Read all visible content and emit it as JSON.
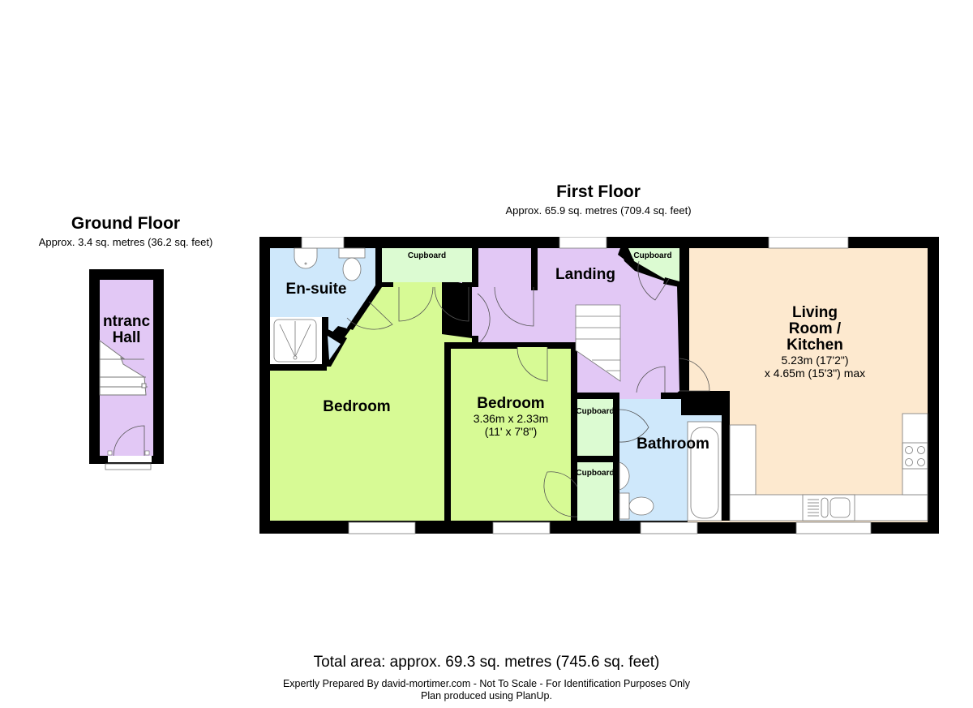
{
  "ground_floor": {
    "title": "Ground Floor",
    "area": "Approx. 3.4 sq. metres (36.2 sq. feet)",
    "rooms": [
      {
        "name": "Entrance Hall",
        "label_line1": "ntranc",
        "label_line2": "Hall",
        "color": "#e2c8f5"
      }
    ]
  },
  "first_floor": {
    "title": "First Floor",
    "area": "Approx. 65.9 sq. metres (709.4 sq. feet)",
    "rooms": {
      "ensuite": {
        "label": "En-suite",
        "color": "#cfe8fb"
      },
      "cupboard_top": {
        "label": "Cupboard",
        "color": "#dcfbd2"
      },
      "landing": {
        "label": "Landing",
        "color": "#e2c8f5"
      },
      "cupboard_landing": {
        "label": "Cupboard",
        "color": "#dcfbd2"
      },
      "living": {
        "label_line1": "Living",
        "label_line2": "Room /",
        "label_line3": "Kitchen",
        "dim1": "5.23m (17'2\")",
        "dim2": "x 4.65m (15'3\") max",
        "color": "#fde9cf"
      },
      "bedroom1": {
        "label": "Bedroom",
        "color": "#d7fa95"
      },
      "bedroom2": {
        "label": "Bedroom",
        "dim1": "3.36m x 2.33m",
        "dim2": "(11' x 7'8\")",
        "color": "#d7fa95"
      },
      "cupboard_mid": {
        "label": "Cupboard",
        "color": "#dcfbd2"
      },
      "cupboard_low": {
        "label": "Cupboard",
        "color": "#dcfbd2"
      },
      "bathroom": {
        "label": "Bathroom",
        "color": "#cfe8fb"
      }
    }
  },
  "footer": {
    "total": "Total area: approx. 69.3 sq. metres (745.6 sq. feet)",
    "note1": "Expertly Prepared By david-mortimer.com - Not To Scale - For Identification Purposes Only",
    "note2": "Plan produced using PlanUp."
  },
  "colors": {
    "wall": "#000000",
    "fixture": "#ffffff",
    "fixture_line": "#777777"
  }
}
